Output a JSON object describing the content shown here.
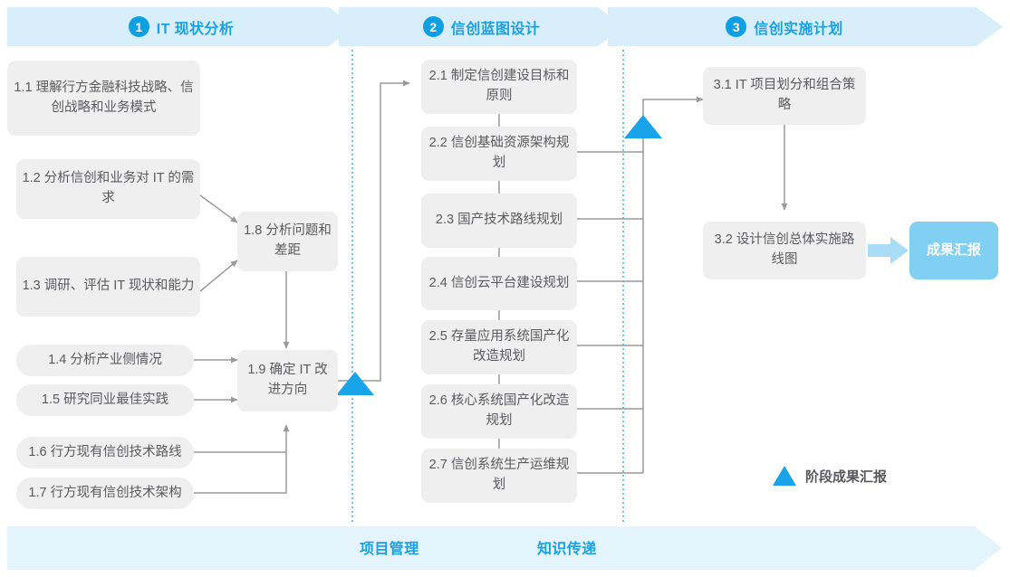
{
  "header": {
    "phases": [
      {
        "num": "1",
        "label": "IT 现状分析"
      },
      {
        "num": "2",
        "label": "信创蓝图设计"
      },
      {
        "num": "3",
        "label": "信创实施计划"
      }
    ]
  },
  "footer": {
    "items": [
      {
        "label": "项目管理"
      },
      {
        "label": "知识传递"
      }
    ]
  },
  "phase1": {
    "inputs": [
      {
        "id": "1.1",
        "label": "1.1 理解行方金融科技战略、信创战略和业务模式"
      },
      {
        "id": "1.2",
        "label": "1.2 分析信创和业务对 IT 的需求"
      },
      {
        "id": "1.3",
        "label": "1.3 调研、评估 IT 现状和能力"
      },
      {
        "id": "1.4",
        "label": "1.4 分析产业侧情况"
      },
      {
        "id": "1.5",
        "label": "1.5 研究同业最佳实践"
      },
      {
        "id": "1.6",
        "label": "1.6 行方现有信创技术路线"
      },
      {
        "id": "1.7",
        "label": "1.7 行方现有信创技术架构"
      }
    ],
    "synthesis": [
      {
        "id": "1.8",
        "label": "1.8 分析问题和差距"
      },
      {
        "id": "1.9",
        "label": "1.9 确定 IT 改进方向"
      }
    ]
  },
  "phase2": {
    "steps": [
      {
        "id": "2.1",
        "label": "2.1 制定信创建设目标和原则"
      },
      {
        "id": "2.2",
        "label": "2.2 信创基础资源架构规划"
      },
      {
        "id": "2.3",
        "label": "2.3 国产技术路线规划"
      },
      {
        "id": "2.4",
        "label": "2.4 信创云平台建设规划"
      },
      {
        "id": "2.5",
        "label": "2.5 存量应用系统国产化改造规划"
      },
      {
        "id": "2.6",
        "label": "2.6 核心系统国产化改造规划"
      },
      {
        "id": "2.7",
        "label": "2.7 信创系统生产运维规划"
      }
    ]
  },
  "phase3": {
    "steps": [
      {
        "id": "3.1",
        "label": "3.1 IT 项目划分和组合策略"
      },
      {
        "id": "3.2",
        "label": "3.2 设计信创总体实施路线图"
      }
    ],
    "result": {
      "label": "成果汇报"
    }
  },
  "legend": {
    "label": "阶段成果汇报",
    "icon": "triangle-up-icon"
  },
  "colors": {
    "banner": "#d8eefb",
    "accent": "#16a2e5",
    "milestone": "#19a3e8",
    "box": "#efefef",
    "box_text": "#5b5b5f",
    "result": "#7fd0f2",
    "divider": "#49b6e8",
    "wire": "#9a9a9a"
  }
}
